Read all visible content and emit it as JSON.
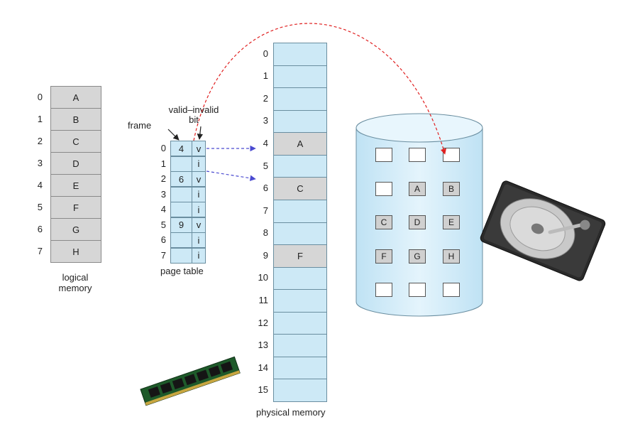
{
  "logical_memory": {
    "caption": "logical\nmemory",
    "entries": [
      {
        "index": "0",
        "page": "A"
      },
      {
        "index": "1",
        "page": "B"
      },
      {
        "index": "2",
        "page": "C"
      },
      {
        "index": "3",
        "page": "D"
      },
      {
        "index": "4",
        "page": "E"
      },
      {
        "index": "5",
        "page": "F"
      },
      {
        "index": "6",
        "page": "G"
      },
      {
        "index": "7",
        "page": "H"
      }
    ]
  },
  "page_table": {
    "caption": "page table",
    "frame_label": "frame",
    "valid_invalid_label": "valid–invalid\nbit",
    "rows": [
      {
        "index": "0",
        "frame": "4",
        "bit": "v"
      },
      {
        "index": "1",
        "frame": "",
        "bit": "i"
      },
      {
        "index": "2",
        "frame": "6",
        "bit": "v"
      },
      {
        "index": "3",
        "frame": "",
        "bit": "i"
      },
      {
        "index": "4",
        "frame": "",
        "bit": "i"
      },
      {
        "index": "5",
        "frame": "9",
        "bit": "v"
      },
      {
        "index": "6",
        "frame": "",
        "bit": "i"
      },
      {
        "index": "7",
        "frame": "",
        "bit": "i"
      }
    ]
  },
  "physical_memory": {
    "caption": "physical memory",
    "frames": [
      {
        "index": "0",
        "content": ""
      },
      {
        "index": "1",
        "content": ""
      },
      {
        "index": "2",
        "content": ""
      },
      {
        "index": "3",
        "content": ""
      },
      {
        "index": "4",
        "content": "A"
      },
      {
        "index": "5",
        "content": ""
      },
      {
        "index": "6",
        "content": "C"
      },
      {
        "index": "7",
        "content": ""
      },
      {
        "index": "8",
        "content": ""
      },
      {
        "index": "9",
        "content": "F"
      },
      {
        "index": "10",
        "content": ""
      },
      {
        "index": "11",
        "content": ""
      },
      {
        "index": "12",
        "content": ""
      },
      {
        "index": "13",
        "content": ""
      },
      {
        "index": "14",
        "content": ""
      },
      {
        "index": "15",
        "content": ""
      }
    ]
  },
  "backing_store": {
    "grid": [
      [
        "",
        "",
        ""
      ],
      [
        "",
        "A",
        "B"
      ],
      [
        "C",
        "D",
        "E"
      ],
      [
        "F",
        "G",
        "H"
      ],
      [
        "",
        "",
        ""
      ]
    ]
  },
  "colors": {
    "frame_fill": "#cde9f6",
    "page_fill": "#d6d6d6",
    "mapping_arrow": "#4a4ad0",
    "fault_arrow": "#e02020"
  },
  "icons": [
    "ram-module-icon",
    "hard-disk-icon"
  ]
}
